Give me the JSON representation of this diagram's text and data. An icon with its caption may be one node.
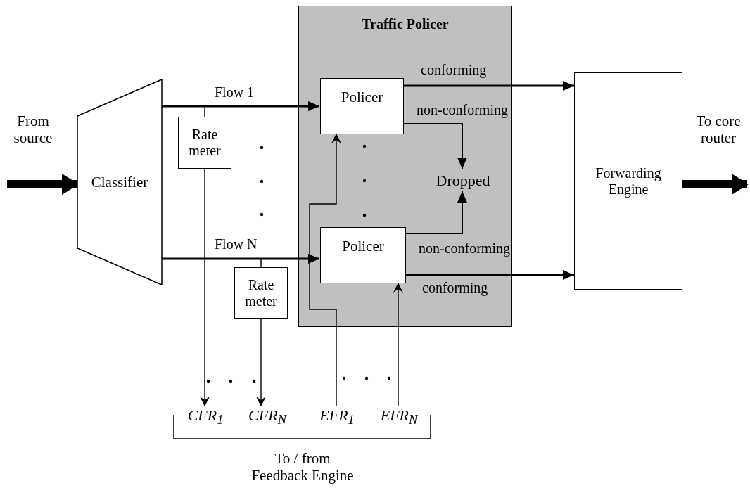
{
  "diagram": {
    "nodes": [
      {
        "text": [
          "Traffic Policer"
        ]
      },
      {
        "text": [
          "Classifier"
        ]
      },
      {
        "text": [
          "Rate meter"
        ]
      },
      {
        "text": [
          "Policer"
        ],
        "in": 0
      },
      {
        "text": [
          "Dropped"
        ],
        "in": 0
      },
      {
        "text": [
          "Policer"
        ],
        "in": 0
      },
      {
        "text": [
          "Rate meter"
        ]
      },
      {
        "text": [
          "Forwarding Engine"
        ]
      },
      {
        "text": [
          "CFR$_{1}$"
        ]
      },
      {
        "text": [
          "CFR$_{N}$"
        ]
      },
      {
        "text": [
          "EFR$_{1}$"
        ]
      },
      {
        "text": [
          "EFR$_{N}$"
        ]
      }
    ],
    "edges": [
      {
        "from": null,
        "to": 1,
        "arrow": "to",
        "style": "thick"
      },
      {
        "from": 1,
        "to": 3,
        "arrow": "to",
        "label": "Flow 1"
      },
      {
        "from": 1,
        "to": 2,
        "arrow": "none"
      },
      {
        "from": 1,
        "to": 6,
        "arrow": "none"
      },
      {
        "from": 1,
        "to": 5,
        "arrow": "to",
        "label": "Flow N"
      },
      {
        "from": 3,
        "to": 7,
        "arrow": "to",
        "label": "conforming"
      },
      {
        "from": 3,
        "to": 4,
        "arrow": "to",
        "label": "non-conforming"
      },
      {
        "from": 5,
        "to": 4,
        "arrow": "to",
        "label": "non-conforming"
      },
      {
        "from": 5,
        "to": 7,
        "arrow": "to",
        "label": "conforming"
      },
      {
        "from": 2,
        "to": 8,
        "arrow": "to"
      },
      {
        "from": 6,
        "to": 9,
        "arrow": "to"
      },
      {
        "from": 10,
        "to": 3,
        "arrow": "to"
      },
      {
        "from": 11,
        "to": 5,
        "arrow": "to"
      },
      {
        "from": 7,
        "to": null,
        "arrow": "to",
        "style": "thick"
      }
    ],
    "labels": [
      "From source",
      "To core router",
      "To / from Feedback Engine"
    ]
  }
}
